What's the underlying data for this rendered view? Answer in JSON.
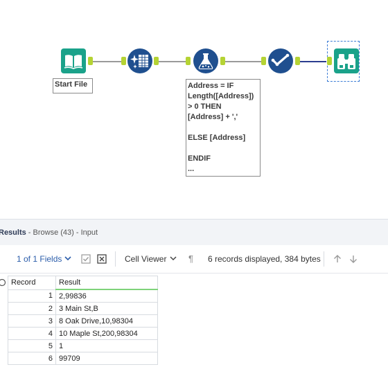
{
  "workflow": {
    "start_label": "Start File",
    "formula_label": "Address = IF\nLength([Address])\n> 0 THEN\n[Address] + ','\n\nELSE [Address]\n\nENDIF\n..."
  },
  "results": {
    "title_bold": "Results",
    "title_rest": " - Browse (43) - Input",
    "fields_label": "1 of 1 Fields",
    "cell_viewer_label": "Cell Viewer",
    "pilcrow": "¶",
    "records_info": "6 records displayed, 384 bytes",
    "columns": [
      "Record",
      "Result"
    ],
    "rows": [
      {
        "record": "1",
        "result": "2,99836"
      },
      {
        "record": "2",
        "result": "3 Main St,B"
      },
      {
        "record": "3",
        "result": "8 Oak Drive,10,98304"
      },
      {
        "record": "4",
        "result": "10 Maple St,200,98304"
      },
      {
        "record": "5",
        "result": "1"
      },
      {
        "record": "6",
        "result": "99709"
      }
    ]
  },
  "colors": {
    "tool_teal": "#1aa28a",
    "tool_navy": "#1f4f8f",
    "anchor_green": "#b5d334",
    "connector_blue": "#2b3c8f"
  },
  "icons": {
    "start": "book-icon",
    "multi_row": "sparkle-grid-icon",
    "formula": "flask-icon",
    "filter": "check-icon",
    "browse": "binoculars-icon",
    "fields_dropdown": "chevron-down-icon",
    "checkbox": "checkbox-icon",
    "clear": "x-box-icon",
    "cell_viewer_dropdown": "chevron-down-icon",
    "up": "arrow-up-icon",
    "down": "arrow-down-icon"
  }
}
